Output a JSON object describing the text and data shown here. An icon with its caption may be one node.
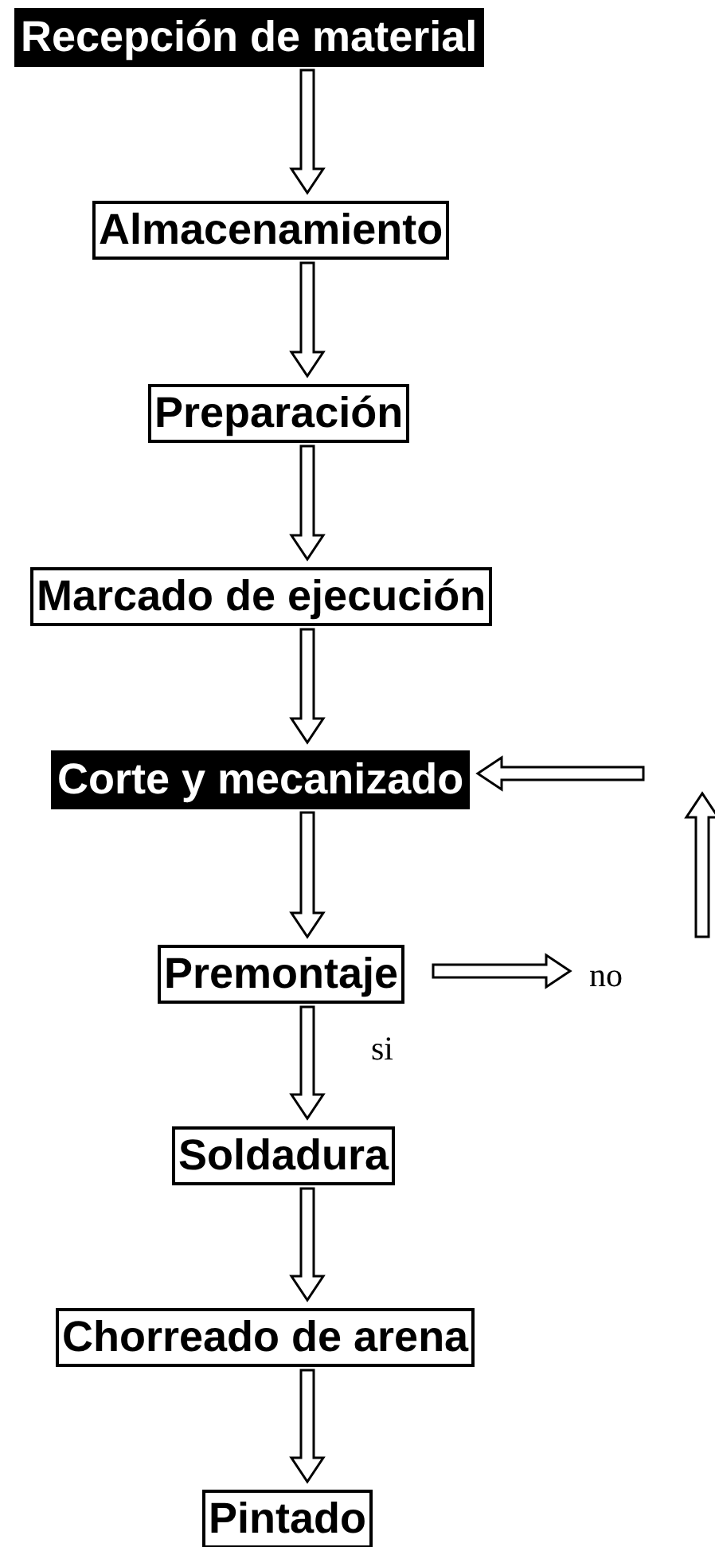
{
  "diagram": {
    "nodes": [
      {
        "text": [
          "Recepción de material"
        ]
      },
      {
        "text": [
          "Almacenamiento"
        ]
      },
      {
        "text": [
          "Preparación"
        ]
      },
      {
        "text": [
          "Marcado de ejecución"
        ]
      },
      {
        "text": [
          "Corte y mecanizado"
        ]
      },
      {
        "text": [
          "Premontaje"
        ]
      },
      {
        "text": [
          "Soldadura"
        ]
      },
      {
        "text": [
          "Chorreado de arena"
        ]
      },
      {
        "text": [
          "Pintado"
        ]
      },
      {
        "text": [
          "no"
        ]
      }
    ],
    "edges": [
      {
        "from": 0,
        "to": 1,
        "arrow": "to"
      },
      {
        "from": 1,
        "to": 2,
        "arrow": "to"
      },
      {
        "from": 2,
        "to": 3,
        "arrow": "to"
      },
      {
        "from": 3,
        "to": 4,
        "arrow": "to"
      },
      {
        "from": 4,
        "to": 5,
        "arrow": "to"
      },
      {
        "from": 5,
        "to": 6,
        "label": "si",
        "arrow": "to"
      },
      {
        "from": 6,
        "to": 7,
        "arrow": "to"
      },
      {
        "from": 7,
        "to": 8,
        "arrow": "to"
      },
      {
        "from": 5,
        "to": 9,
        "arrow": "to"
      },
      {
        "from": null,
        "to": 4,
        "arrow": "to"
      }
    ]
  }
}
